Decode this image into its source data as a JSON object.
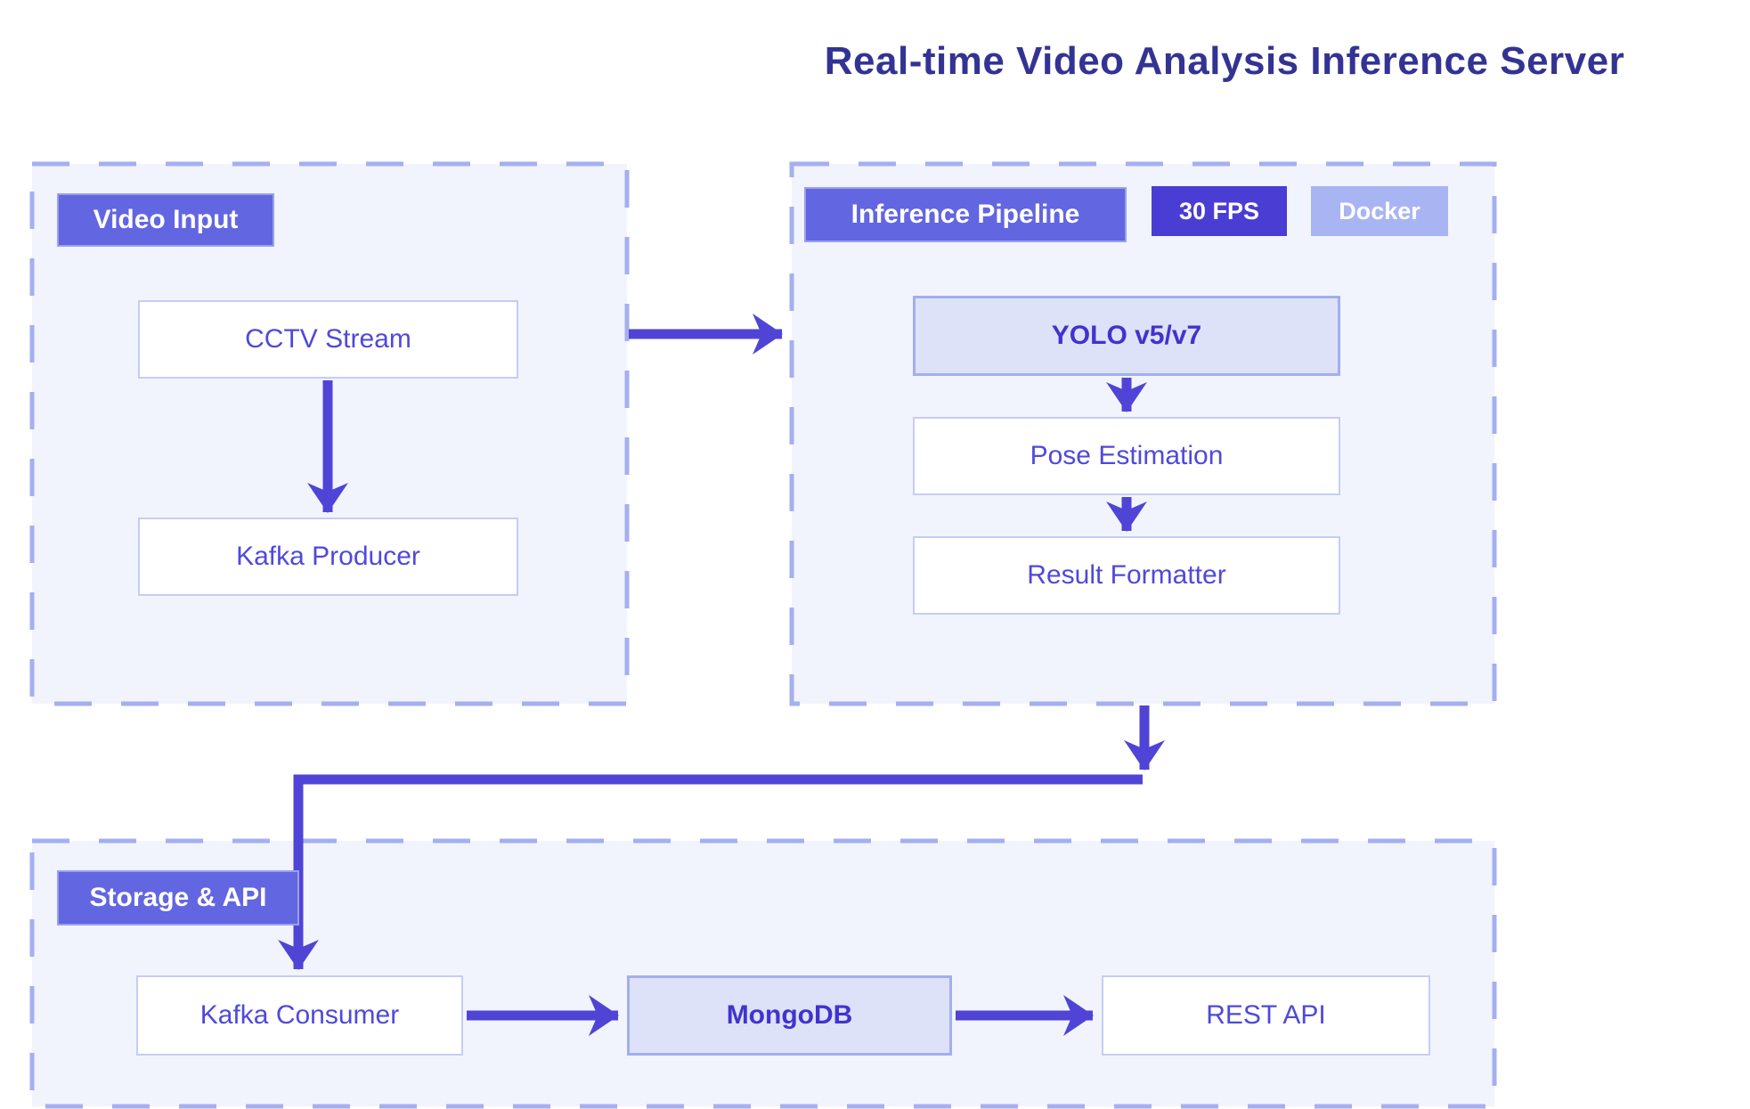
{
  "title": "Real-time Video Analysis Inference Server",
  "diagram": {
    "containers": {
      "video_input": {
        "header": "Video Input",
        "nodes": {
          "cctv_stream": "CCTV Stream",
          "kafka_producer": "Kafka Producer"
        }
      },
      "inference_pipeline": {
        "header": "Inference Pipeline",
        "badges": [
          {
            "label": "30 FPS",
            "style": "solid"
          },
          {
            "label": "Docker",
            "style": "light"
          }
        ],
        "nodes": {
          "yolo": "YOLO v5/v7",
          "pose_estimation": "Pose Estimation",
          "result_formatter": "Result Formatter"
        }
      },
      "storage_api": {
        "header": "Storage & API",
        "nodes": {
          "kafka_consumer": "Kafka Consumer",
          "mongodb": "MongoDB",
          "rest_api": "REST API"
        }
      }
    },
    "colors": {
      "title_text": "#333394",
      "header_bg": "#6266e0",
      "fps_badge_bg": "#4a3dd4",
      "docker_badge_bg": "#a9b5f3",
      "container_bg": "#f1f4fc",
      "container_border": "#a5aff0",
      "arrow": "#5044d6",
      "node_border": "#c5cdf5",
      "node_text": "#4f49dc",
      "accent_node_bg": "#dde2f9",
      "accent_node_border": "#a3aeee",
      "accent_node_text": "#4133cd"
    }
  }
}
